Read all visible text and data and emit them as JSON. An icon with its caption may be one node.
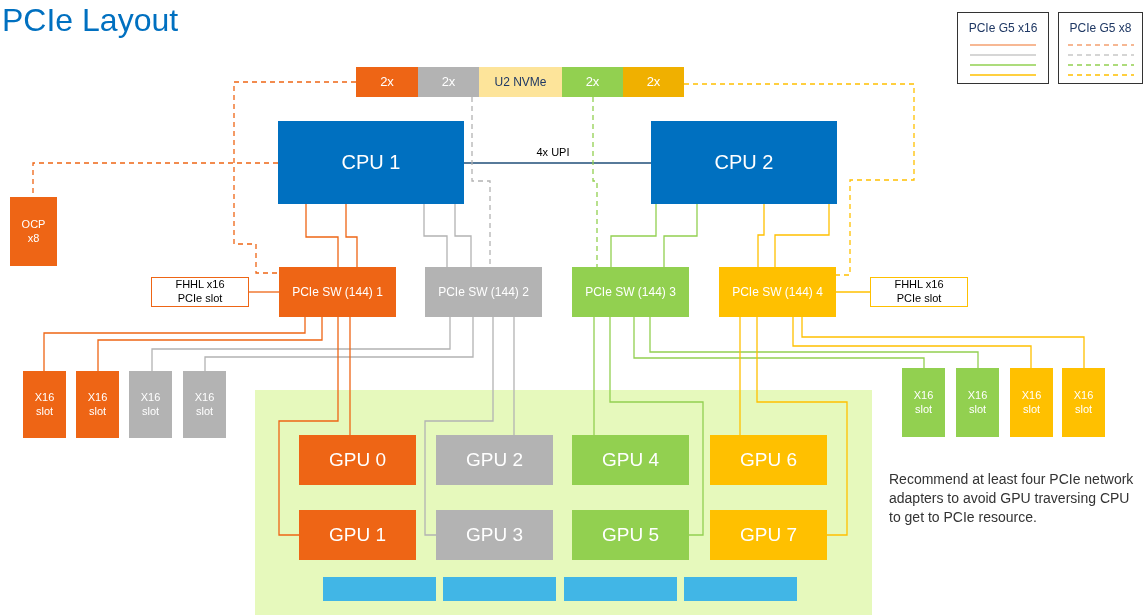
{
  "diagram": {
    "title": "PCIe Layout",
    "nodes": [
      {
        "text": [
          "2x"
        ]
      },
      {
        "text": [
          "2x"
        ]
      },
      {
        "text": [
          "U2 NVMe"
        ]
      },
      {
        "text": [
          "2x"
        ]
      },
      {
        "text": [
          "2x"
        ]
      },
      {
        "text": [
          "CPU 1"
        ]
      },
      {
        "text": [
          "CPU 2"
        ]
      },
      {
        "text": [
          "OCP x8"
        ]
      },
      {
        "text": [
          "FHHL x16 PCIe slot"
        ]
      },
      {
        "text": [
          "PCIe SW (144) 1"
        ]
      },
      {
        "text": [
          "PCIe SW (144) 2"
        ]
      },
      {
        "text": [
          "PCIe SW (144) 3"
        ]
      },
      {
        "text": [
          "PCIe SW (144) 4"
        ]
      },
      {
        "text": [
          "FHHL x16 PCIe slot"
        ]
      },
      {
        "text": [
          "X16 slot"
        ]
      },
      {
        "text": [
          "X16 slot"
        ]
      },
      {
        "text": [
          "X16 slot"
        ]
      },
      {
        "text": [
          "X16 slot"
        ]
      },
      {
        "text": [
          "X16 slot"
        ]
      },
      {
        "text": [
          "X16 slot"
        ]
      },
      {
        "text": [
          "X16 slot"
        ]
      },
      {
        "text": [
          "X16 slot"
        ]
      },
      {
        "text": [],
        "shape": "box"
      },
      {
        "text": [
          "GPU 0"
        ],
        "in": 22
      },
      {
        "text": [
          "GPU 2"
        ],
        "in": 22
      },
      {
        "text": [
          "GPU 4"
        ],
        "in": 22
      },
      {
        "text": [
          "GPU 6"
        ],
        "in": 22
      },
      {
        "text": [
          "GPU 1"
        ],
        "in": 22
      },
      {
        "text": [
          "GPU 3"
        ],
        "in": 22
      },
      {
        "text": [
          "GPU 5"
        ],
        "in": 22
      },
      {
        "text": [
          "GPU 7"
        ],
        "in": 22
      },
      {
        "text": [],
        "shape": "box",
        "in": 22
      },
      {
        "text": [],
        "shape": "box",
        "in": 22
      },
      {
        "text": [],
        "shape": "box",
        "in": 22
      },
      {
        "text": [],
        "shape": "box",
        "in": 22
      }
    ],
    "edges": [
      {
        "from": 5,
        "to": 6,
        "arrow": "none",
        "label": "4x UPI",
        "color": "#1f4e79"
      },
      {
        "from": 0,
        "to": 9,
        "arrow": "none",
        "style": "dashed",
        "color": "#ee6515"
      },
      {
        "from": 5,
        "to": 7,
        "arrow": "none",
        "style": "dashed",
        "color": "#ee6515"
      },
      {
        "from": 1,
        "to": 10,
        "arrow": "none",
        "style": "dashed",
        "color": "#b3b3b3"
      },
      {
        "from": 3,
        "to": 11,
        "arrow": "none",
        "style": "dashed",
        "color": "#92d050"
      },
      {
        "from": 4,
        "to": 12,
        "arrow": "none",
        "style": "dashed",
        "color": "#ffc000"
      },
      {
        "from": 5,
        "to": 9,
        "arrow": "none",
        "color": "#ee6515"
      },
      {
        "from": 5,
        "to": 9,
        "arrow": "none",
        "color": "#ee6515"
      },
      {
        "from": 5,
        "to": 10,
        "arrow": "none",
        "color": "#b3b3b3"
      },
      {
        "from": 5,
        "to": 10,
        "arrow": "none",
        "color": "#b3b3b3"
      },
      {
        "from": 6,
        "to": 11,
        "arrow": "none",
        "color": "#92d050"
      },
      {
        "from": 6,
        "to": 11,
        "arrow": "none",
        "color": "#92d050"
      },
      {
        "from": 6,
        "to": 12,
        "arrow": "none",
        "color": "#ffc000"
      },
      {
        "from": 6,
        "to": 12,
        "arrow": "none",
        "color": "#ffc000"
      },
      {
        "from": 9,
        "to": 8,
        "arrow": "none",
        "color": "#ee6515"
      },
      {
        "from": 12,
        "to": 13,
        "arrow": "none",
        "color": "#ffc000"
      },
      {
        "from": 9,
        "to": 14,
        "arrow": "none",
        "color": "#ee6515"
      },
      {
        "from": 9,
        "to": 15,
        "arrow": "none",
        "color": "#ee6515"
      },
      {
        "from": 10,
        "to": 16,
        "arrow": "none",
        "color": "#b3b3b3"
      },
      {
        "from": 10,
        "to": 17,
        "arrow": "none",
        "color": "#b3b3b3"
      },
      {
        "from": 11,
        "to": 18,
        "arrow": "none",
        "color": "#92d050"
      },
      {
        "from": 11,
        "to": 19,
        "arrow": "none",
        "color": "#92d050"
      },
      {
        "from": 12,
        "to": 20,
        "arrow": "none",
        "color": "#ffc000"
      },
      {
        "from": 12,
        "to": 21,
        "arrow": "none",
        "color": "#ffc000"
      },
      {
        "from": 9,
        "to": 23,
        "arrow": "none",
        "color": "#ee6515"
      },
      {
        "from": 9,
        "to": 27,
        "arrow": "none",
        "color": "#ee6515"
      },
      {
        "from": 10,
        "to": 24,
        "arrow": "none",
        "color": "#b3b3b3"
      },
      {
        "from": 10,
        "to": 28,
        "arrow": "none",
        "color": "#b3b3b3"
      },
      {
        "from": 11,
        "to": 25,
        "arrow": "none",
        "color": "#92d050"
      },
      {
        "from": 11,
        "to": 29,
        "arrow": "none",
        "color": "#92d050"
      },
      {
        "from": 12,
        "to": 26,
        "arrow": "none",
        "color": "#ffc000"
      },
      {
        "from": 12,
        "to": 30,
        "arrow": "none",
        "color": "#ffc000"
      }
    ],
    "labels": [
      "Recommend at least four PCIe network adapters to avoid GPU traversing CPU to get to PCIe resource."
    ],
    "legend": [
      {
        "text": "PCIe G5 x16"
      },
      {
        "text": "PCIe G5 x8"
      }
    ]
  }
}
